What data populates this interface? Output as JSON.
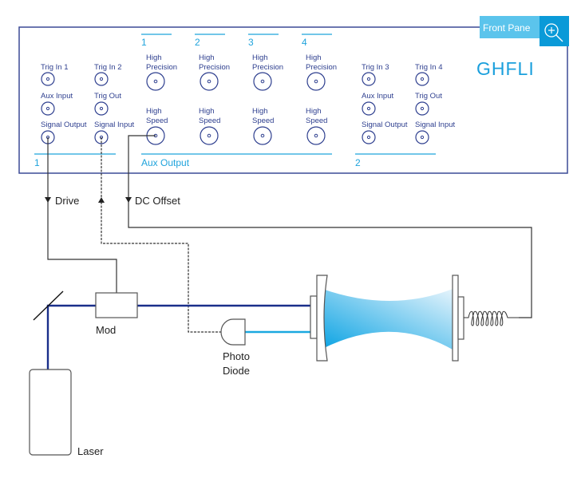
{
  "panel": {
    "badge_label": "Front Pane",
    "zoom_icon": "zoom-in-icon",
    "brand": "GHFLI",
    "colors": {
      "frame": "#3b4a95",
      "accent": "#1fa3dc",
      "badge": "#5bc4ec",
      "badge_icon_bg": "#0a9ad8",
      "beam": "#1a2f8a",
      "reflected_beam": "#1aa8e0",
      "wire": "#333333"
    },
    "group1": {
      "number": "1",
      "connectors": [
        {
          "label": "Trig In 1"
        },
        {
          "label": "Trig In 2"
        },
        {
          "label": "Aux Input"
        },
        {
          "label": "Trig Out"
        },
        {
          "label": "Signal Output"
        },
        {
          "label": "Signal Input"
        }
      ]
    },
    "aux_output": {
      "title": "Aux Output",
      "channels": [
        {
          "number": "1",
          "precision_label": [
            "High",
            "Precision"
          ],
          "speed_label": [
            "High",
            "Speed"
          ]
        },
        {
          "number": "2",
          "precision_label": [
            "High",
            "Precision"
          ],
          "speed_label": [
            "High",
            "Speed"
          ]
        },
        {
          "number": "3",
          "precision_label": [
            "High",
            "Precision"
          ],
          "speed_label": [
            "High",
            "Speed"
          ]
        },
        {
          "number": "4",
          "precision_label": [
            "High",
            "Precision"
          ],
          "speed_label": [
            "High",
            "Speed"
          ]
        }
      ]
    },
    "group2": {
      "number": "2",
      "connectors": [
        {
          "label": "Trig In 3"
        },
        {
          "label": "Trig In 4"
        },
        {
          "label": "Aux Input"
        },
        {
          "label": "Trig Out"
        },
        {
          "label": "Signal Output"
        },
        {
          "label": "Signal Input"
        }
      ]
    }
  },
  "diagram": {
    "signals": {
      "drive": "Drive",
      "dc_offset": "DC Offset"
    },
    "components": {
      "modulator": "Mod",
      "photo_diode": [
        "Photo",
        "Diode"
      ],
      "laser": "Laser"
    }
  }
}
